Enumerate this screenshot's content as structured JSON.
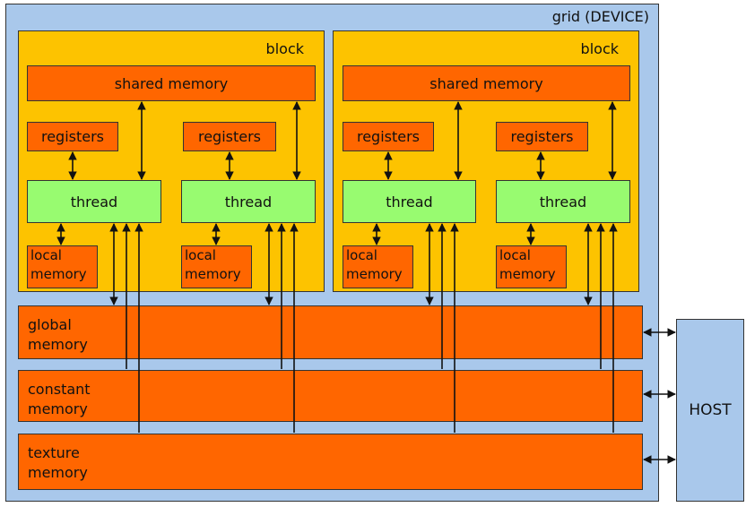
{
  "grid": {
    "label": "grid (DEVICE)"
  },
  "host": {
    "label": "HOST"
  },
  "blocks": [
    {
      "label": "block",
      "shared_memory": "shared memory",
      "threads": [
        {
          "registers": "registers",
          "thread": "thread",
          "local_line1": "local",
          "local_line2": "memory"
        },
        {
          "registers": "registers",
          "thread": "thread",
          "local_line1": "local",
          "local_line2": "memory"
        }
      ]
    },
    {
      "label": "block",
      "shared_memory": "shared memory",
      "threads": [
        {
          "registers": "registers",
          "thread": "thread",
          "local_line1": "local",
          "local_line2": "memory"
        },
        {
          "registers": "registers",
          "thread": "thread",
          "local_line1": "local",
          "local_line2": "memory"
        }
      ]
    }
  ],
  "global_memory": {
    "line1": "global",
    "line2": "memory"
  },
  "constant_memory": {
    "line1": "constant",
    "line2": "memory"
  },
  "texture_memory": {
    "line1": "texture",
    "line2": "memory"
  },
  "colors": {
    "grid_bg": "#a9c8eb",
    "block_bg": "#fdc300",
    "memory_bg": "#ff6600",
    "thread_bg": "#98fb70"
  }
}
